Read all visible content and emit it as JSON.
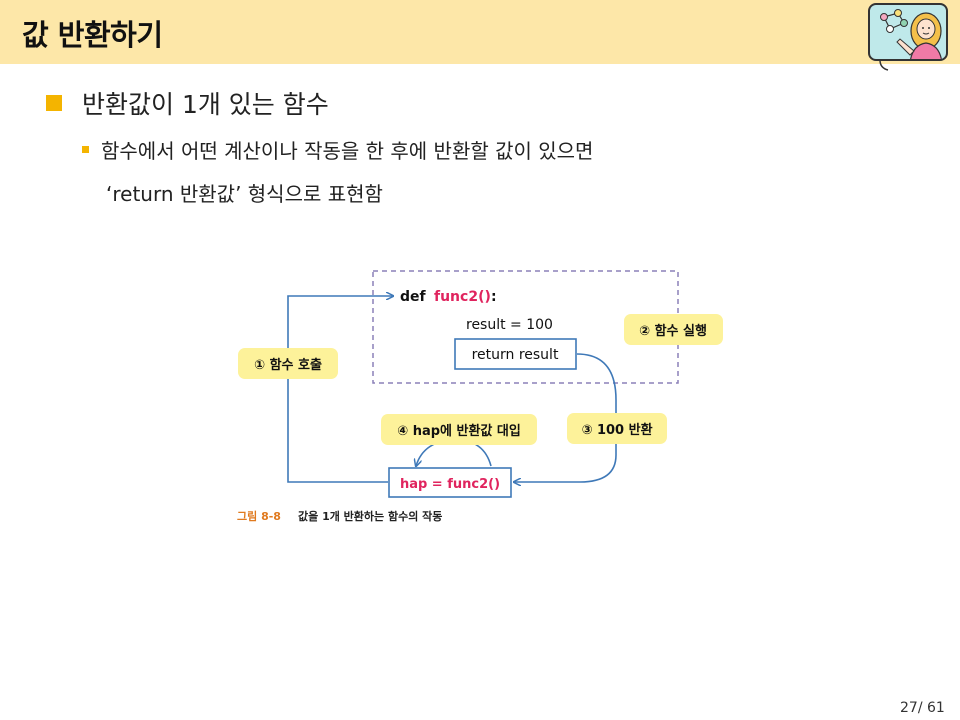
{
  "header": {
    "title": "값 반환하기"
  },
  "bullets": {
    "level1": "반환값이 1개 있는 함수",
    "level2_line1": "함수에서 어떤 계산이나 작동을 한 후에 반환할 값이 있으면",
    "level2_line2": "‘return 반환값’ 형식으로 표현함"
  },
  "diagram": {
    "code_def": "def",
    "code_func": "func2()",
    "code_colon": ":",
    "code_result": "result = 100",
    "code_return": "return result",
    "code_hap": "hap = func2()",
    "label_call": "① 함수 호출",
    "label_exec": "② 함수 실행",
    "label_return": "③ 100 반환",
    "label_assign": "④ hap에 반환값 대입",
    "caption_num": "그림 8-8",
    "caption_text": "값을 1개 반환하는 함수의 작동"
  },
  "colors": {
    "header_bg": "#fde7a8",
    "bullet": "#f4b400",
    "label_bg": "#fdf29a",
    "arrow": "#3f79b8",
    "func_name": "#e0245e",
    "dashed_border": "#8b80b8"
  },
  "icons": {
    "avatar": "presenter-avatar-icon"
  },
  "page": {
    "number": "27/ 61"
  }
}
